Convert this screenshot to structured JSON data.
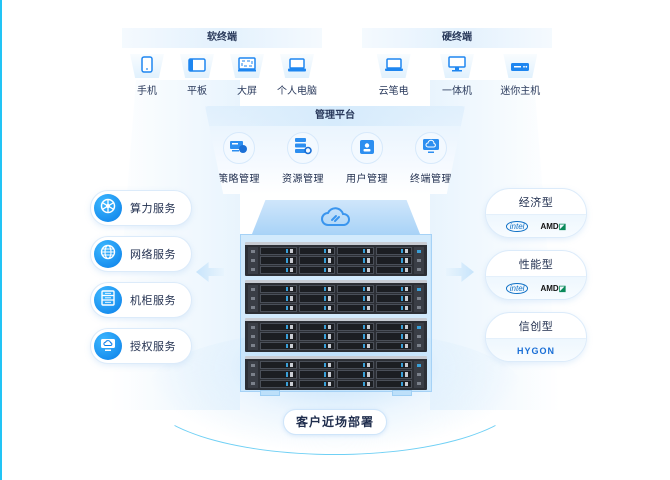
{
  "soft_terminals": {
    "title": "软终端",
    "items": [
      {
        "label": "手机",
        "icon": "phone-icon"
      },
      {
        "label": "平板",
        "icon": "tablet-icon"
      },
      {
        "label": "大屏",
        "icon": "big-screen-icon"
      },
      {
        "label": "个人电脑",
        "icon": "laptop-icon"
      }
    ]
  },
  "hard_terminals": {
    "title": "硬终端",
    "items": [
      {
        "label": "云笔电",
        "icon": "cloud-laptop-icon"
      },
      {
        "label": "一体机",
        "icon": "all-in-one-icon"
      },
      {
        "label": "迷你主机",
        "icon": "mini-host-icon"
      }
    ]
  },
  "management": {
    "title": "管理平台",
    "items": [
      {
        "label": "策略管理",
        "icon": "policy-icon"
      },
      {
        "label": "资源管理",
        "icon": "resource-icon"
      },
      {
        "label": "用户管理",
        "icon": "user-icon"
      },
      {
        "label": "终端管理",
        "icon": "terminal-icon"
      }
    ]
  },
  "services": [
    {
      "label": "算力服务",
      "icon": "compute-icon"
    },
    {
      "label": "网络服务",
      "icon": "globe-icon"
    },
    {
      "label": "机柜服务",
      "icon": "cabinet-icon"
    },
    {
      "label": "授权服务",
      "icon": "license-icon"
    }
  ],
  "cpu_types": [
    {
      "label": "经济型",
      "logos": [
        "intel",
        "AMD"
      ]
    },
    {
      "label": "性能型",
      "logos": [
        "intel",
        "AMD"
      ]
    },
    {
      "label": "信创型",
      "logos": [
        "HYGON"
      ]
    }
  ],
  "logo_text": {
    "intel": "intel",
    "amd": "AMD",
    "amd_mark": "◪",
    "hygon": "HYGON"
  },
  "deploy_label": "客户近场部署",
  "colors": {
    "accent": "#0a7ee8",
    "edge_bar": "#22c4f5",
    "text": "#1f2d4d",
    "hygon": "#1a6fd6"
  }
}
